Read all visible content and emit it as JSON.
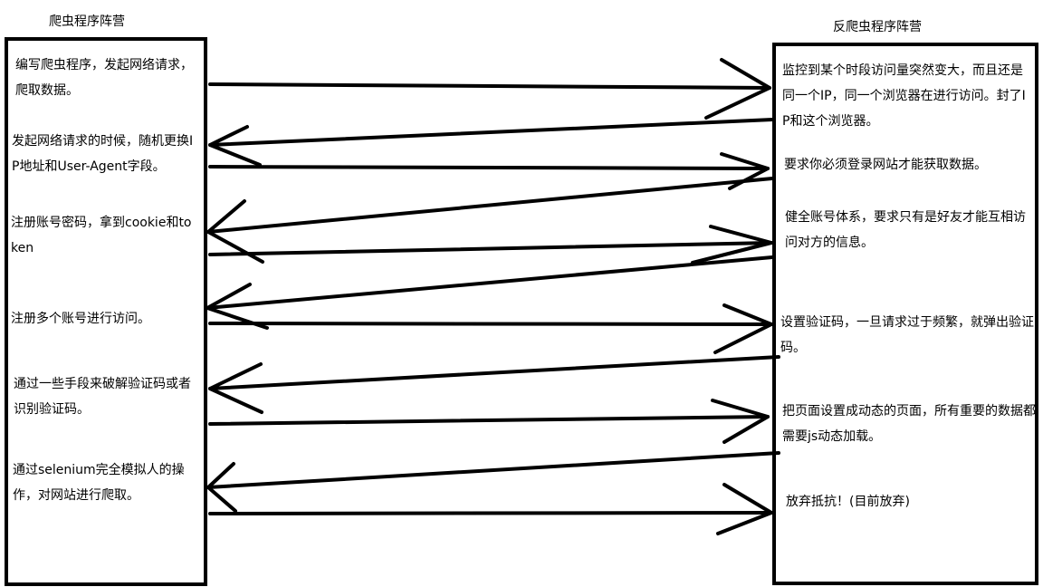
{
  "left_side": {
    "title": "爬虫程序阵营",
    "steps": [
      "编写爬虫程序，发起网络请求，爬取数据。",
      "发起网络请求的时候，随机更换IP地址和User-Agent字段。",
      "注册账号密码，拿到cookie和token",
      "注册多个账号进行访问。",
      "通过一些手段来破解验证码或者识别验证码。",
      "通过selenium完全模拟人的操作，对网站进行爬取。"
    ]
  },
  "right_side": {
    "title": "反爬虫程序阵营",
    "steps": [
      "监控到某个时段访问量突然变大，而且还是同一个IP，同一个浏览器在进行访问。封了IP和这个浏览器。",
      "要求你必须登录网站才能获取数据。",
      "健全账号体系，要求只有是好友才能互相访问对方的信息。",
      "设置验证码，一旦请求过于频繁，就弹出验证码。",
      "把页面设置成动态的页面，所有重要的数据都需要js动态加载。",
      "放弃抵抗！(目前放弃)"
    ]
  },
  "line_color": "#000000"
}
